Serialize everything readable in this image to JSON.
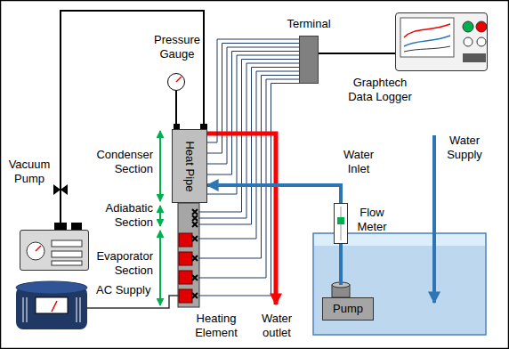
{
  "diagram": {
    "nodes": [
      {
        "text": [
          "Pressure Gauge"
        ]
      },
      {
        "text": [
          "Terminal"
        ]
      },
      {
        "text": [
          "Graphtech Data Logger"
        ]
      },
      {
        "text": [
          "Vacuum Pump"
        ]
      },
      {
        "text": [
          "Heat Pipe"
        ]
      },
      {
        "text": [
          "Flow Meter"
        ]
      },
      {
        "text": [
          "AC Supply"
        ]
      },
      {
        "text": [
          "Pump"
        ]
      }
    ],
    "edges": [
      {
        "from": 0,
        "to": 4,
        "arrow": "none"
      },
      {
        "from": 3,
        "to": 4,
        "arrow": "none"
      },
      {
        "from": 4,
        "to": 1,
        "arrow": "none"
      },
      {
        "from": 1,
        "to": 2,
        "arrow": "none"
      },
      {
        "from": 7,
        "to": 5,
        "arrow": "none"
      },
      {
        "from": 5,
        "to": 4,
        "arrow": "to"
      }
    ],
    "labels": [
      "Condenser Section",
      "Adiabatic Section",
      "Evaporator Section",
      "Heating Element",
      "Water Inlet",
      "Water outlet",
      "Water Supply"
    ]
  }
}
